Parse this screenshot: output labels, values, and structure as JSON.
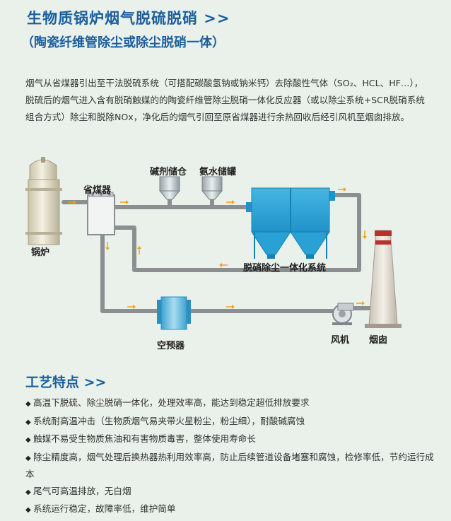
{
  "title": "生物质锅炉烟气脱硫脱硝 >>",
  "subtitle": "（陶瓷纤维管除尘或除尘脱硝一体）",
  "description": "烟气从省煤器引出至干法脱硫系统（可搭配碳酸氢钠或钠米钙）去除酸性气体（SO₂、HCL、HF…），脱硫后的烟气进入含有脱硝触媒的的陶瓷纤维管除尘脱硝一体化反应器（或以除尘系统+SCR脱硝系统组合方式）除尘和脱除NOx，净化后的烟气引回至原省煤器进行余热回收后经引风机至烟囱排放。",
  "diagram": {
    "boiler": "锅炉",
    "economizer": "省煤器",
    "alkali_silo": "碱剂储仓",
    "ammonia_tank": "氨水储罐",
    "reactor": "脱硝除尘一体化系统",
    "air_preheater": "空预器",
    "fan": "风机",
    "chimney": "烟囱"
  },
  "features_title": "工艺特点 >>",
  "features": [
    "高温下脱硫、除尘脱硝一体化，处理效率高，能达到稳定超低排放要求",
    "系统耐高温冲击（生物质烟气易夹带火星粉尘，粉尘细），耐酸碱腐蚀",
    "触媒不易受生物质焦油和有害物质毒害，整体使用寿命长",
    "除尘精度高，烟气处理后换热器热利用效率高，防止后续管道设备堵塞和腐蚀，检修率低，节约运行成本",
    "尾气可高温排放，无白烟",
    "系统运行稳定，故障率低，维护简单"
  ],
  "bullet": "◆",
  "colors": {
    "heading": "#1b5f9e",
    "pipe": "#8c8f91",
    "reactor": "#2aa1d4",
    "arrow": "#f0a020"
  }
}
